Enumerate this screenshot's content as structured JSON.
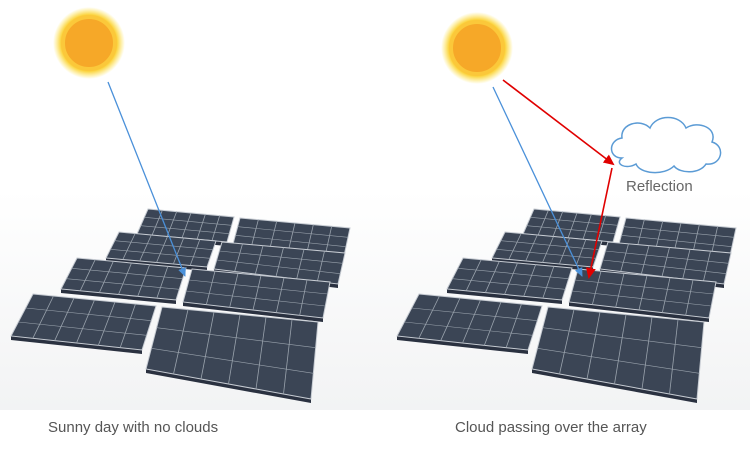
{
  "left_scene": {
    "caption": "Sunny day with no clouds"
  },
  "right_scene": {
    "caption": "Cloud passing over the array",
    "cloud_label": "Reflection"
  },
  "colors": {
    "sun_core": "#f6b02c",
    "sun_glow": "#fde34a",
    "panel": "#3b4555",
    "panel_grid": "#9aa3ad",
    "panel_frame": "#c7ccd3",
    "direct_ray": "#4a90d9",
    "reflected_ray": "#e00000",
    "cloud_outline": "#5b9bd5"
  },
  "icons": [
    "sun-icon",
    "cloud-icon",
    "solar-panel-icon"
  ]
}
